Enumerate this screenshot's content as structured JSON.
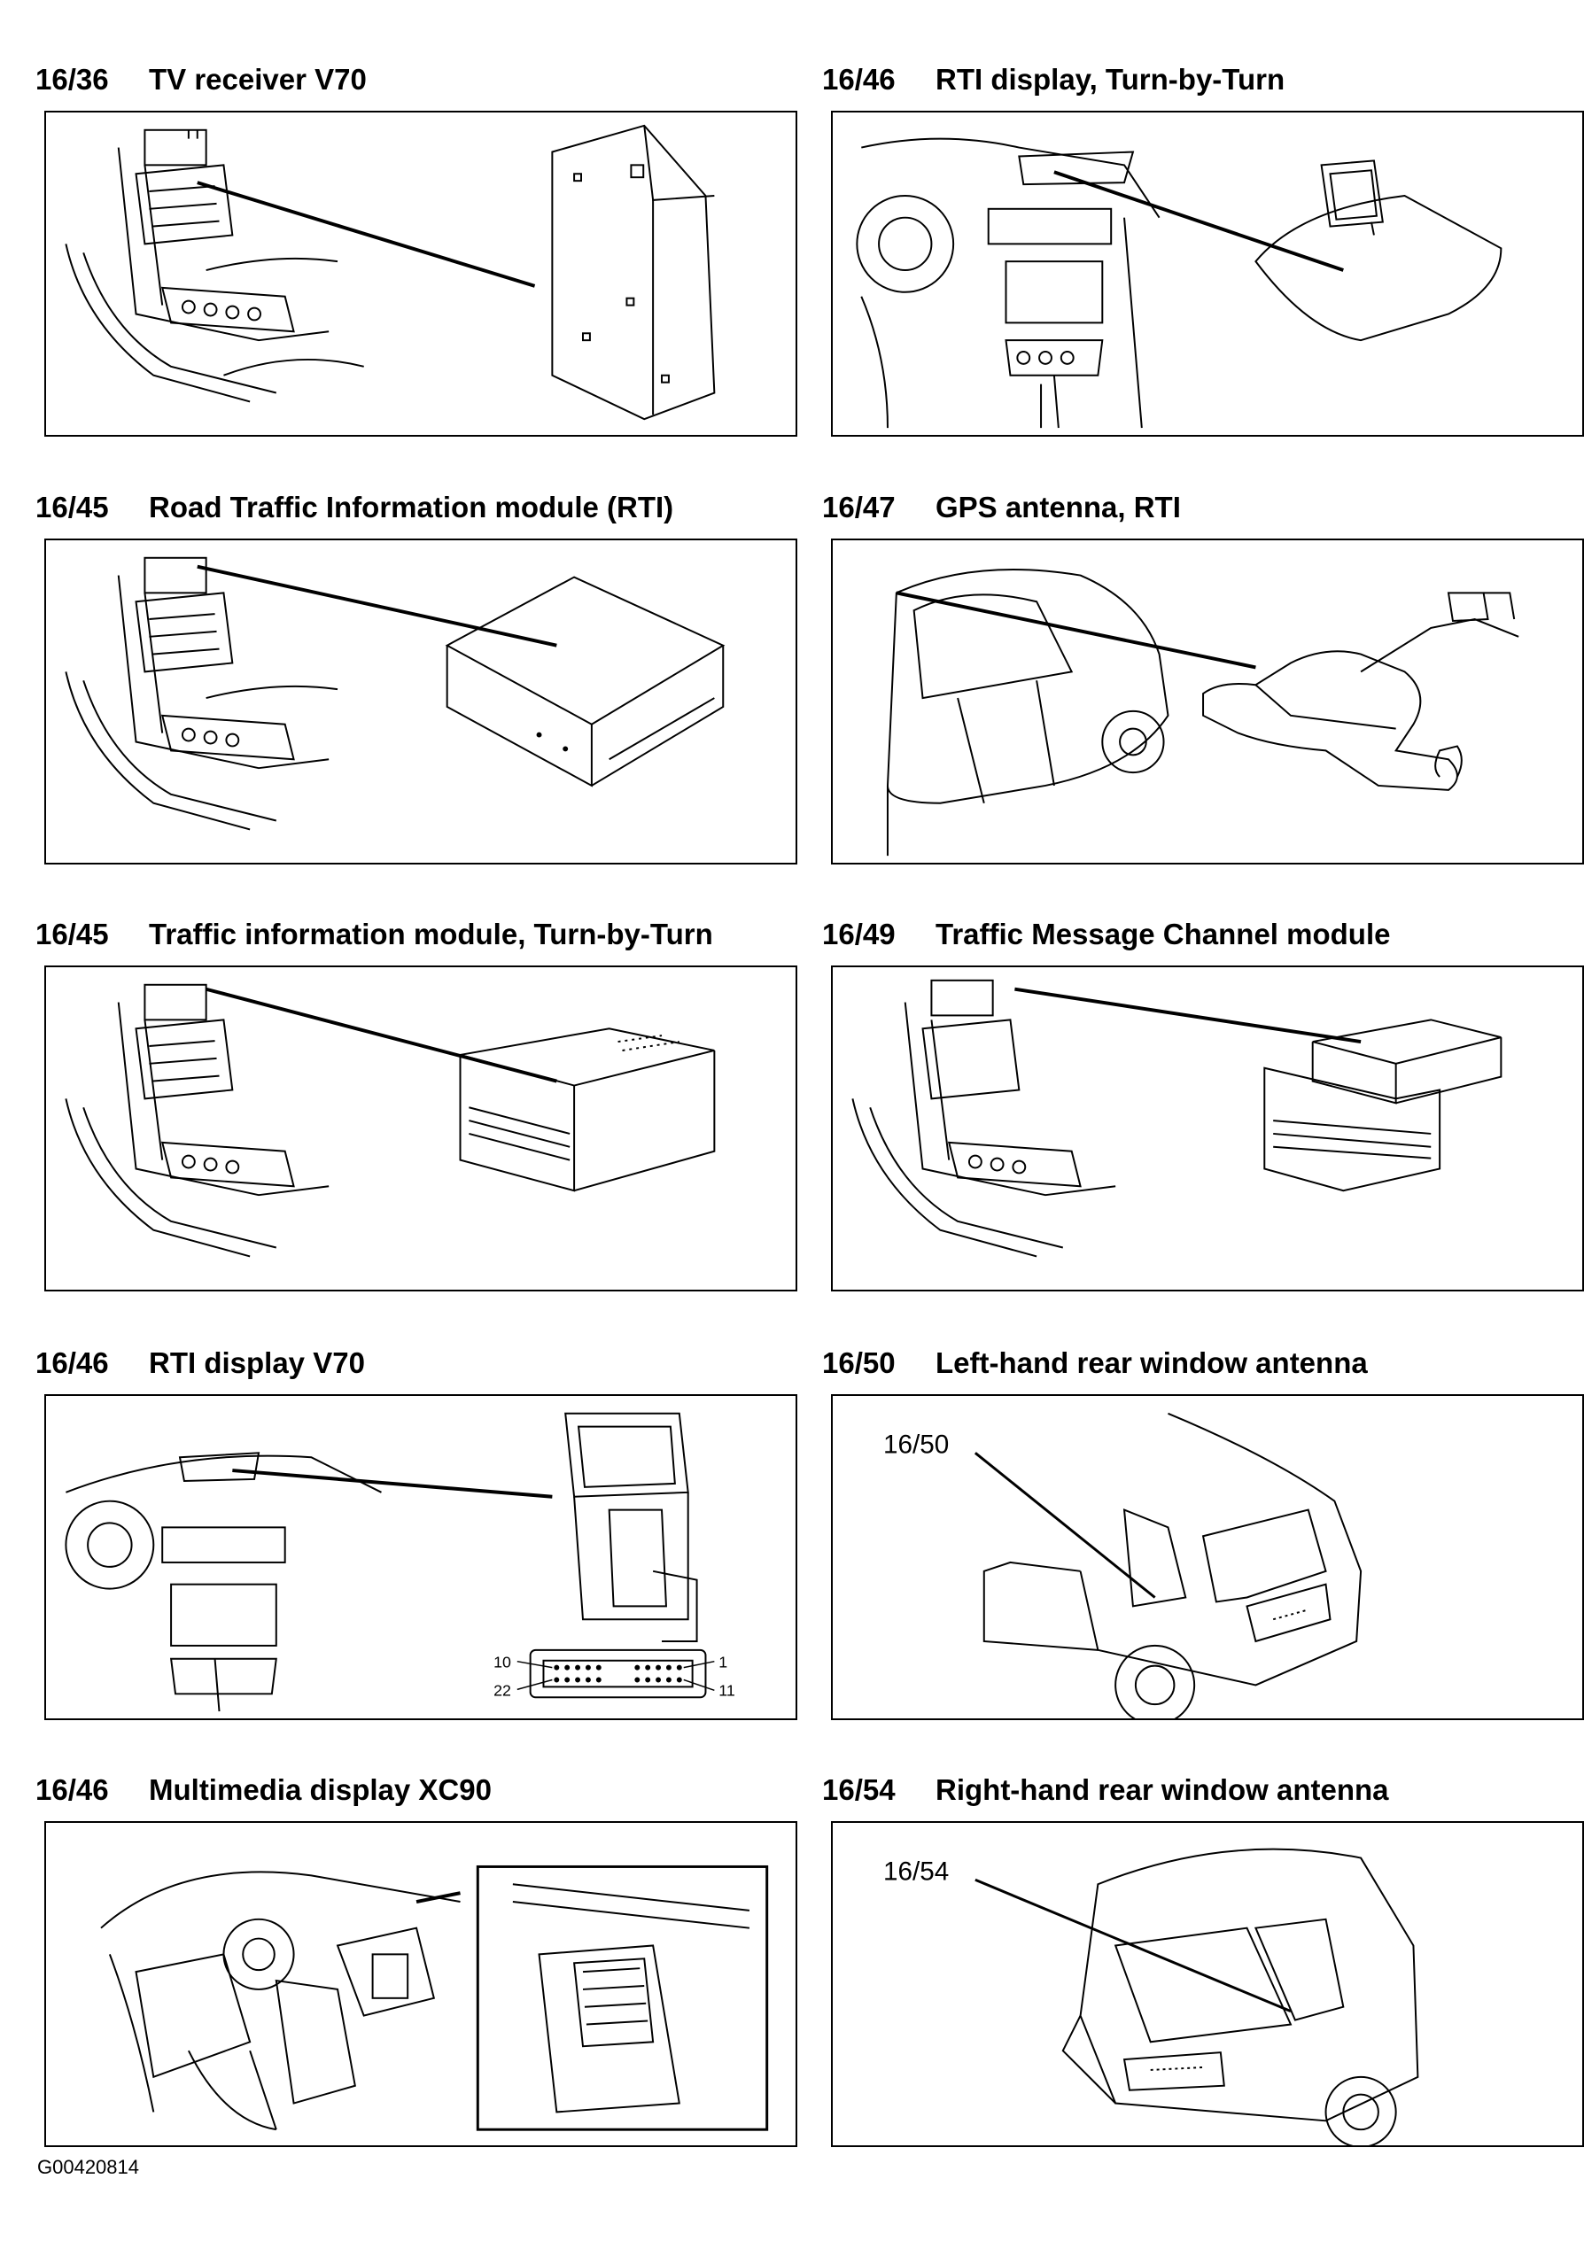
{
  "panels": [
    {
      "code": "16/36",
      "title": "TV receiver V70"
    },
    {
      "code": "16/46",
      "title": "RTI display, Turn-by-Turn"
    },
    {
      "code": "16/45",
      "title": "Road Traffic Information module (RTI)"
    },
    {
      "code": "16/47",
      "title": "GPS antenna, RTI"
    },
    {
      "code": "16/45",
      "title": "Traffic information module, Turn-by-Turn"
    },
    {
      "code": "16/49",
      "title": "Traffic Message Channel module"
    },
    {
      "code": "16/46",
      "title": "RTI display V70",
      "pins": {
        "top_left": "10",
        "bottom_left": "22",
        "top_right": "1",
        "bottom_right": "11"
      }
    },
    {
      "code": "16/50",
      "title": "Left-hand rear window antenna",
      "callout": "16/50"
    },
    {
      "code": "16/46",
      "title": "Multimedia display XC90"
    },
    {
      "code": "16/54",
      "title": "Right-hand rear window antenna",
      "callout": "16/54"
    }
  ],
  "footer": {
    "image_code": "G00420814"
  }
}
